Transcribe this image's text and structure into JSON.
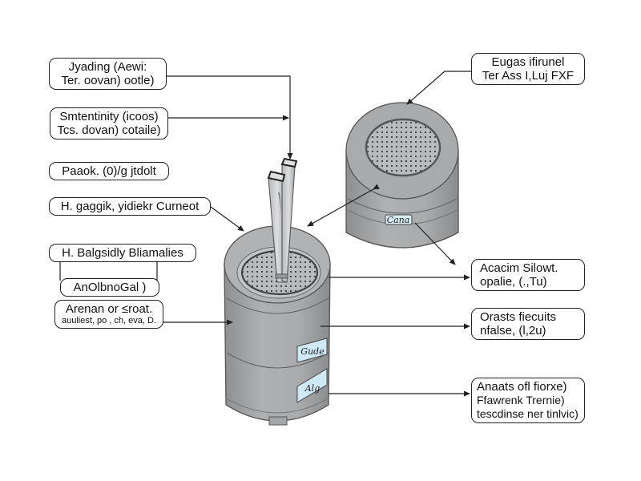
{
  "diagram": {
    "title": "",
    "left_callouts": [
      {
        "id": "callout-1",
        "lines": [
          "Jyading (Aewi:",
          "Ter. oovan) ootle)"
        ]
      },
      {
        "id": "callout-2",
        "lines": [
          "Smtentinity (icoos)",
          "Tcs. dovan) cotaile)"
        ]
      },
      {
        "id": "callout-3",
        "lines": [
          "Paaok. (0)/g jtdolt"
        ]
      },
      {
        "id": "callout-4",
        "lines": [
          "H. gaggik, yidiekr Curneot"
        ]
      },
      {
        "id": "callout-5",
        "lines": [
          "H. Balgsidly Bliamalies"
        ]
      },
      {
        "id": "callout-6",
        "lines": [
          "AnOlbnoGal )"
        ]
      },
      {
        "id": "callout-7",
        "lines": [
          "Arenan or ≤roat.",
          "auuliest, po , ch, eva, D."
        ]
      }
    ],
    "right_callouts": [
      {
        "id": "callout-8",
        "lines": [
          "Eugas ifirunel",
          "Ter Ass I,Luj FXF"
        ]
      },
      {
        "id": "callout-9",
        "lines": [
          "Acacim Silowt.",
          "opalie, (.,Tu)"
        ]
      },
      {
        "id": "callout-10",
        "lines": [
          "Orasts fiecuits",
          "nfalse, (l,2u)"
        ]
      },
      {
        "id": "callout-11",
        "lines": [
          "Anaats ofl fiorxe)",
          "Ffawrenk Trernie)",
          "tescdinse ner tinlvic)"
        ]
      }
    ],
    "device_labels": {
      "small_canister_badge": "Cana",
      "main_canister_badge_upper": "Gude",
      "main_canister_badge_lower": "Alg"
    },
    "colors": {
      "canister_body": "#a9abad",
      "canister_dark": "#8f9193",
      "canister_light": "#c4c6c8",
      "badge_fill": "#cfeaf6",
      "line": "#222222"
    }
  }
}
